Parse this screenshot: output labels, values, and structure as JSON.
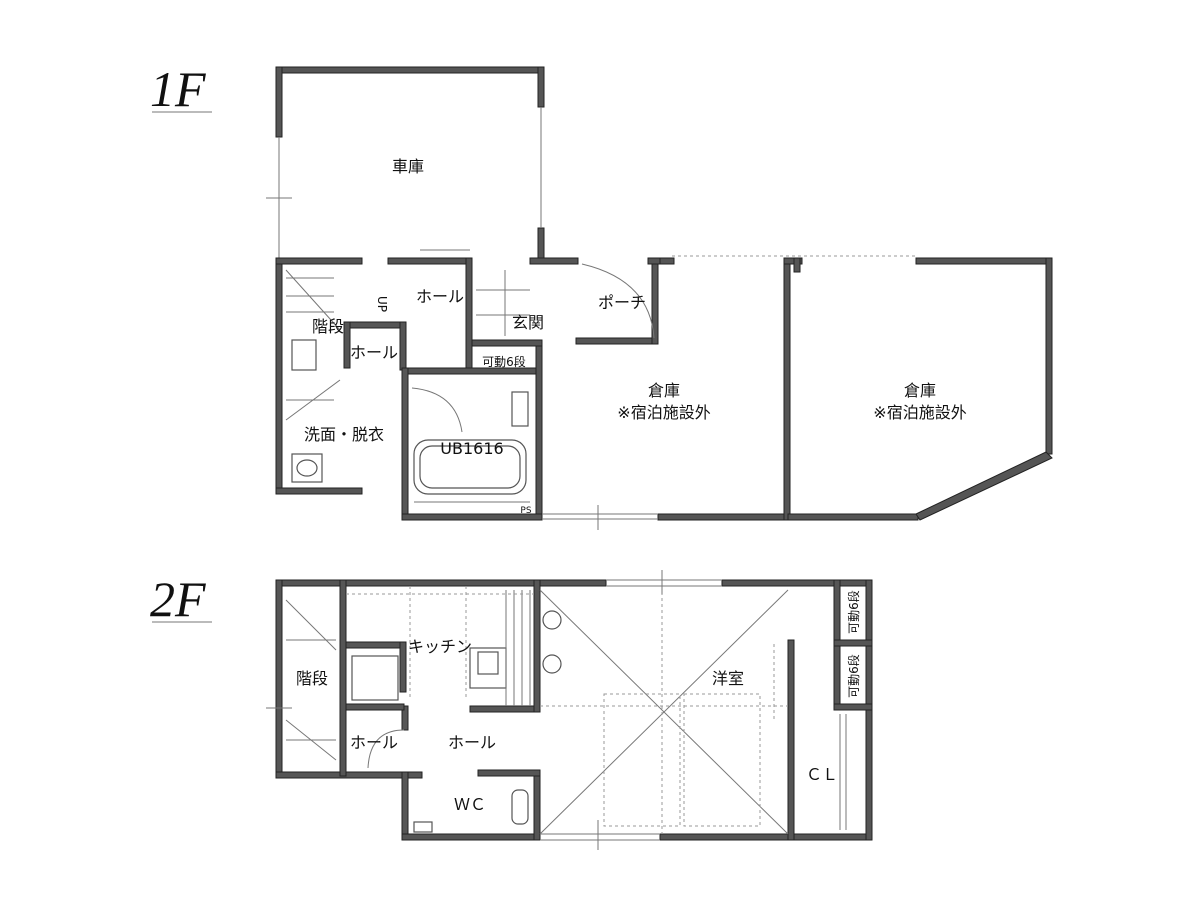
{
  "floors": {
    "f1": {
      "title": "1F",
      "rooms": {
        "garage": "車庫",
        "stairs": "階段",
        "up": "UP",
        "hall_top": "ホール",
        "hall_small": "ホール",
        "entrance": "玄関",
        "porch": "ポーチ",
        "shelf": "可動6段",
        "washroom": "洗面・脱衣",
        "bath": "UB1616",
        "ps": "PS",
        "storage_a": "倉庫",
        "storage_a_note": "※宿泊施設外",
        "storage_b": "倉庫",
        "storage_b_note": "※宿泊施設外"
      }
    },
    "f2": {
      "title": "2F",
      "rooms": {
        "stairs": "階段",
        "kitchen": "キッチン",
        "hall_small": "ホール",
        "hall": "ホール",
        "wc": "ＷＣ",
        "western": "洋室",
        "shelf_top": "可動6段",
        "shelf_bottom": "可動6段",
        "closet": "ＣＬ"
      }
    }
  }
}
